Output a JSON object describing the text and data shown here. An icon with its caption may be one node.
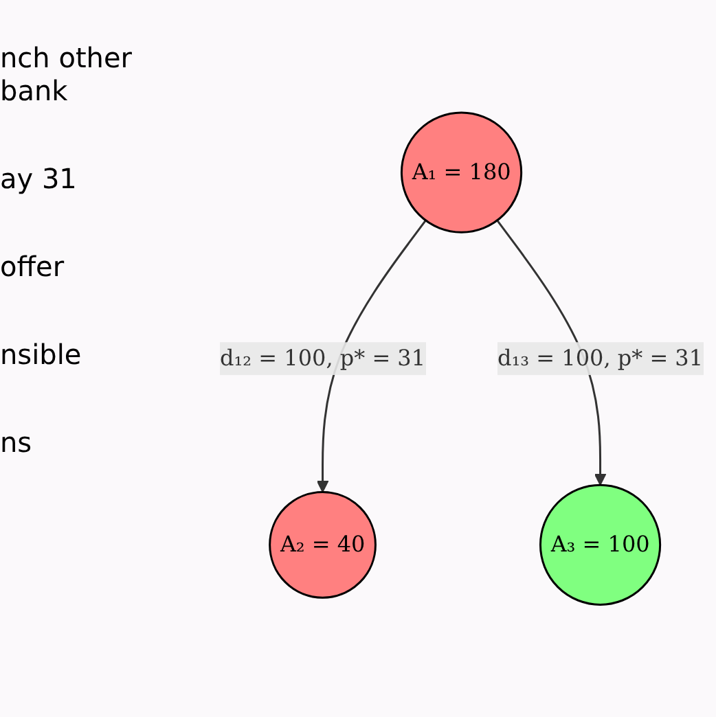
{
  "diagram": {
    "nodes": [
      {
        "text": [
          "A₁ = 180"
        ]
      },
      {
        "text": [
          "A₂ = 40"
        ]
      },
      {
        "text": [
          "A₃ = 100"
        ]
      }
    ],
    "edges": [
      {
        "from": 0,
        "to": 1,
        "arrow": "to",
        "label": "d₁₂ = 100, p* = 31"
      },
      {
        "from": 0,
        "to": 2,
        "arrow": "to",
        "label": "d₁₃ = 100, p* = 31"
      }
    ],
    "labels": [
      "nch other bank",
      "ay 31",
      "offer",
      "nsible",
      "ns"
    ]
  }
}
